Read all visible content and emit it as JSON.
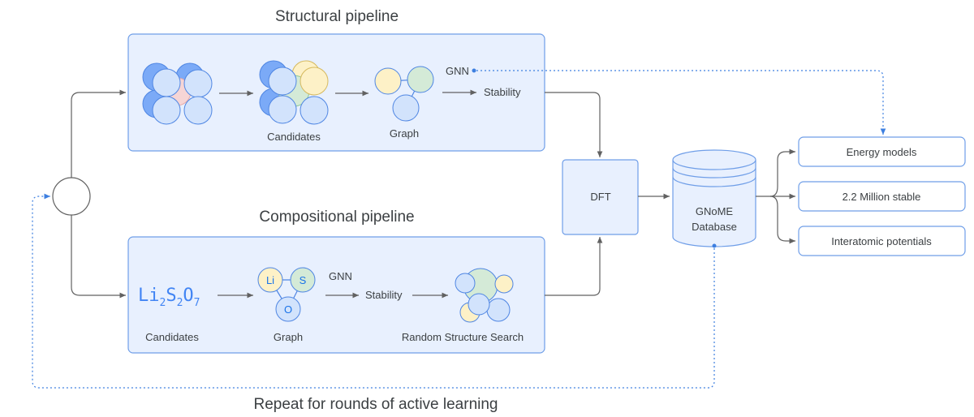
{
  "titles": {
    "structural": "Structural pipeline",
    "compositional": "Compositional pipeline",
    "active_learning": "Repeat for rounds of active learning"
  },
  "structural": {
    "candidates": "Candidates",
    "graph": "Graph",
    "gnn": "GNN",
    "stability": "Stability"
  },
  "compositional": {
    "formula": {
      "e1": "Li",
      "s1": "2",
      "e2": "S",
      "s2": "2",
      "e3": "O",
      "s3": "7"
    },
    "candidates": "Candidates",
    "graph": "Graph",
    "node_li": "Li",
    "node_s": "S",
    "node_o": "O",
    "gnn": "GNN",
    "stability": "Stability",
    "random_search": "Random Structure Search"
  },
  "dft": "DFT",
  "database": {
    "line1": "GNoME",
    "line2": "Database"
  },
  "outputs": [
    "Energy models",
    "2.2 Million stable",
    "Interatomic potentials"
  ],
  "colors": {
    "panel_fill": "#e8f0fe",
    "panel_stroke": "#6f9ee8",
    "atom_blue": "#d2e3fc",
    "atom_dark_blue": "#7baaf7",
    "atom_yellow": "#fdf1c7",
    "atom_green": "#d4ead7",
    "atom_pink": "#f6d5d5",
    "dotted_line": "#3d7fe0"
  }
}
